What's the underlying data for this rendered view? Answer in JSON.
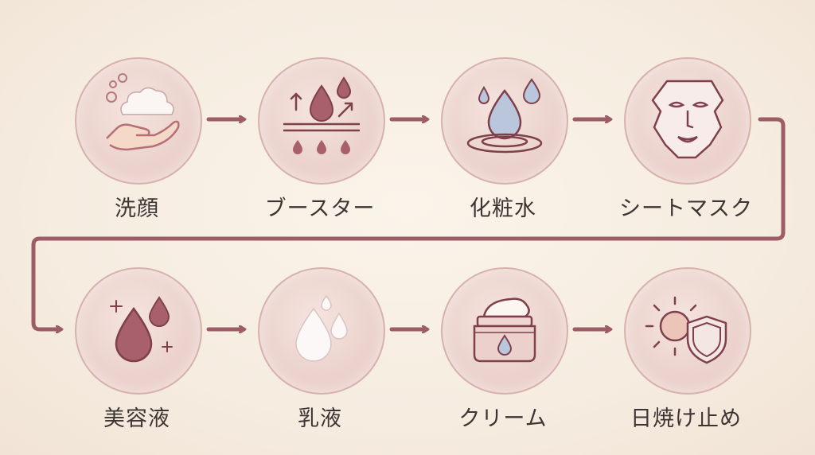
{
  "steps": [
    {
      "label": "洗顔",
      "icon": "foam-hand-icon"
    },
    {
      "label": "ブースター",
      "icon": "booster-drops-icon"
    },
    {
      "label": "化粧水",
      "icon": "water-drop-ripple-icon"
    },
    {
      "label": "シートマスク",
      "icon": "sheet-mask-icon"
    },
    {
      "label": "美容液",
      "icon": "serum-drops-icon"
    },
    {
      "label": "乳液",
      "icon": "milk-drops-icon"
    },
    {
      "label": "クリーム",
      "icon": "cream-jar-icon"
    },
    {
      "label": "日焼け止め",
      "icon": "sun-shield-icon"
    }
  ],
  "colors": {
    "arrow": "#9c5d67",
    "icon_stroke": "#8a4f59",
    "drop_fill": "#a9606d",
    "blue_drop": "#b9c6dc",
    "circle_fill": "#ecd3cd"
  }
}
